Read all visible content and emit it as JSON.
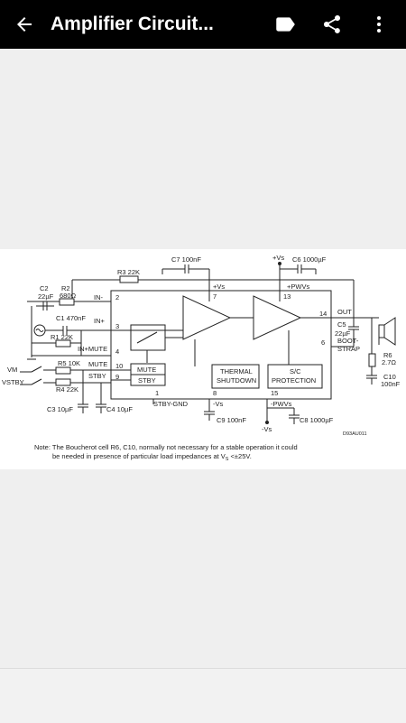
{
  "appbar": {
    "title": "Amplifier Circuit...",
    "back_icon": "arrow-left-icon",
    "tag_icon": "label-icon",
    "share_icon": "share-icon",
    "menu_icon": "more-vert-icon"
  },
  "colors": {
    "appbar_bg": "#000000",
    "page_bg": "#efefef"
  },
  "schematic": {
    "labels": {
      "c7": "C7 100nF",
      "vs_top": "+Vs",
      "c6": "C6 1000µF",
      "r3": "R3 22K",
      "vs_pin": "+Vs",
      "pwvs_top": "+PWVs",
      "c2": "C2",
      "c2_val": "22µF",
      "r2": "R2",
      "r2_val": "680Ω",
      "in_minus": "IN-",
      "pin2": "2",
      "pin7": "7",
      "pin13": "13",
      "c1": "C1 470nF",
      "in_plus": "IN+",
      "pin3": "3",
      "pin14": "14",
      "out": "OUT",
      "c5": "C5",
      "c5_val": "22µF",
      "r1": "R1 22K",
      "in_mute": "IN+MUTE",
      "pin4": "4",
      "pin6": "6",
      "bootstrap1": "BOOT-",
      "bootstrap2": "STRAP",
      "vm": "VM",
      "vstby": "VSTBY",
      "r5": "R5 10K",
      "r4": "R4 22K",
      "mute_lbl": "MUTE",
      "stby_lbl": "STBY",
      "pin10": "10",
      "pin9": "9",
      "mute_box": "MUTE",
      "stby_box": "STBY",
      "thermal1": "THERMAL",
      "thermal2": "SHUTDOWN",
      "sc1": "S/C",
      "sc2": "PROTECTION",
      "r6": "R6",
      "r6_val": "2.7Ω",
      "c10": "C10",
      "c10_val": "100nF",
      "c3": "C3 10µF",
      "c4": "C4 10µF",
      "pin1": "1",
      "stby_gnd": "STBY-GND",
      "pin8": "8",
      "vs_minus": "-Vs",
      "pin15": "15",
      "pwvs_bot": "-PWVs",
      "c9": "C9 100nF",
      "vs_bottom": "-Vs",
      "c8": "C8 1000µF",
      "drawing_id": "D93AU011",
      "note1": "Note: The Boucherot cell R6, C10, normally not necessary for a stable operation it could",
      "note2": "be needed in presence of particular load impedances at V",
      "note2_sub": "S",
      "note2_tail": " <±25V."
    }
  }
}
